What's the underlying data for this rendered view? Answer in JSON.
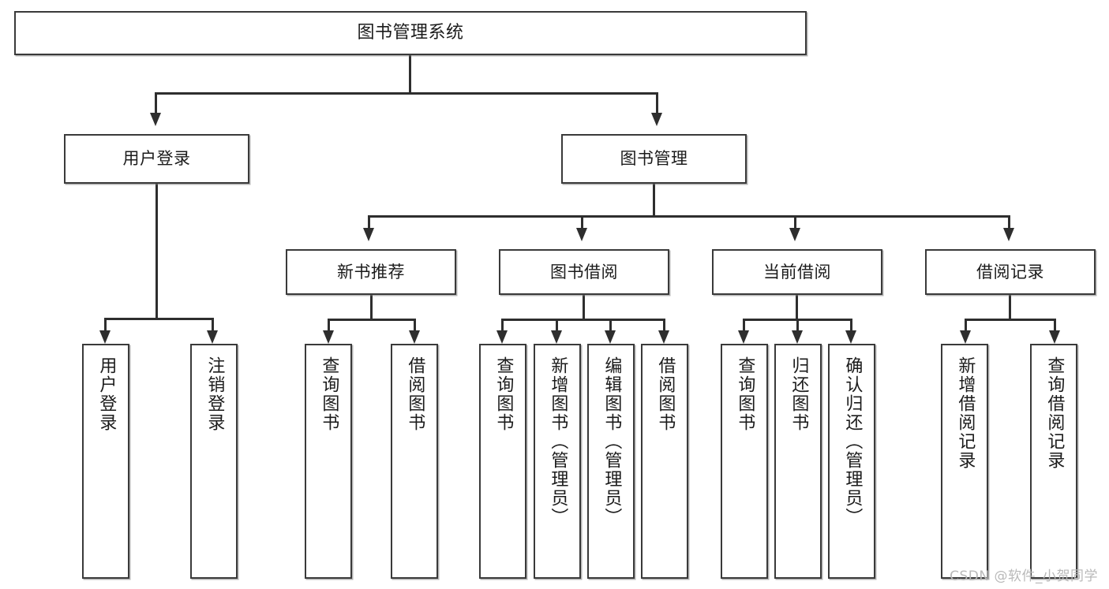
{
  "diagram": {
    "type": "tree",
    "title": "图书管理系统",
    "root": {
      "label": "图书管理系统"
    },
    "level2": [
      {
        "label": "用户登录"
      },
      {
        "label": "图书管理"
      }
    ],
    "level3": [
      {
        "label": "新书推荐"
      },
      {
        "label": "图书借阅"
      },
      {
        "label": "当前借阅"
      },
      {
        "label": "借阅记录"
      }
    ],
    "leaves": {
      "user_login": [
        {
          "label": "用户登录"
        },
        {
          "label": "注销登录"
        }
      ],
      "new_book_recommend": [
        {
          "label": "查询图书"
        },
        {
          "label": "借阅图书"
        }
      ],
      "book_borrow": [
        {
          "label": "查询图书"
        },
        {
          "label": "新增图书（管理员）"
        },
        {
          "label": "编辑图书（管理员）"
        },
        {
          "label": "借阅图书"
        }
      ],
      "current_borrow": [
        {
          "label": "查询图书"
        },
        {
          "label": "归还图书"
        },
        {
          "label": "确认归还（管理员）"
        }
      ],
      "borrow_record": [
        {
          "label": "新增借阅记录"
        },
        {
          "label": "查询借阅记录"
        }
      ]
    }
  },
  "watermark": {
    "text": "CSDN @软件_小贺同学"
  },
  "colors": {
    "box_border": "#3a3a3a",
    "line": "#2e2e2e",
    "background": "#ffffff",
    "watermark": "#b9b9b9"
  }
}
